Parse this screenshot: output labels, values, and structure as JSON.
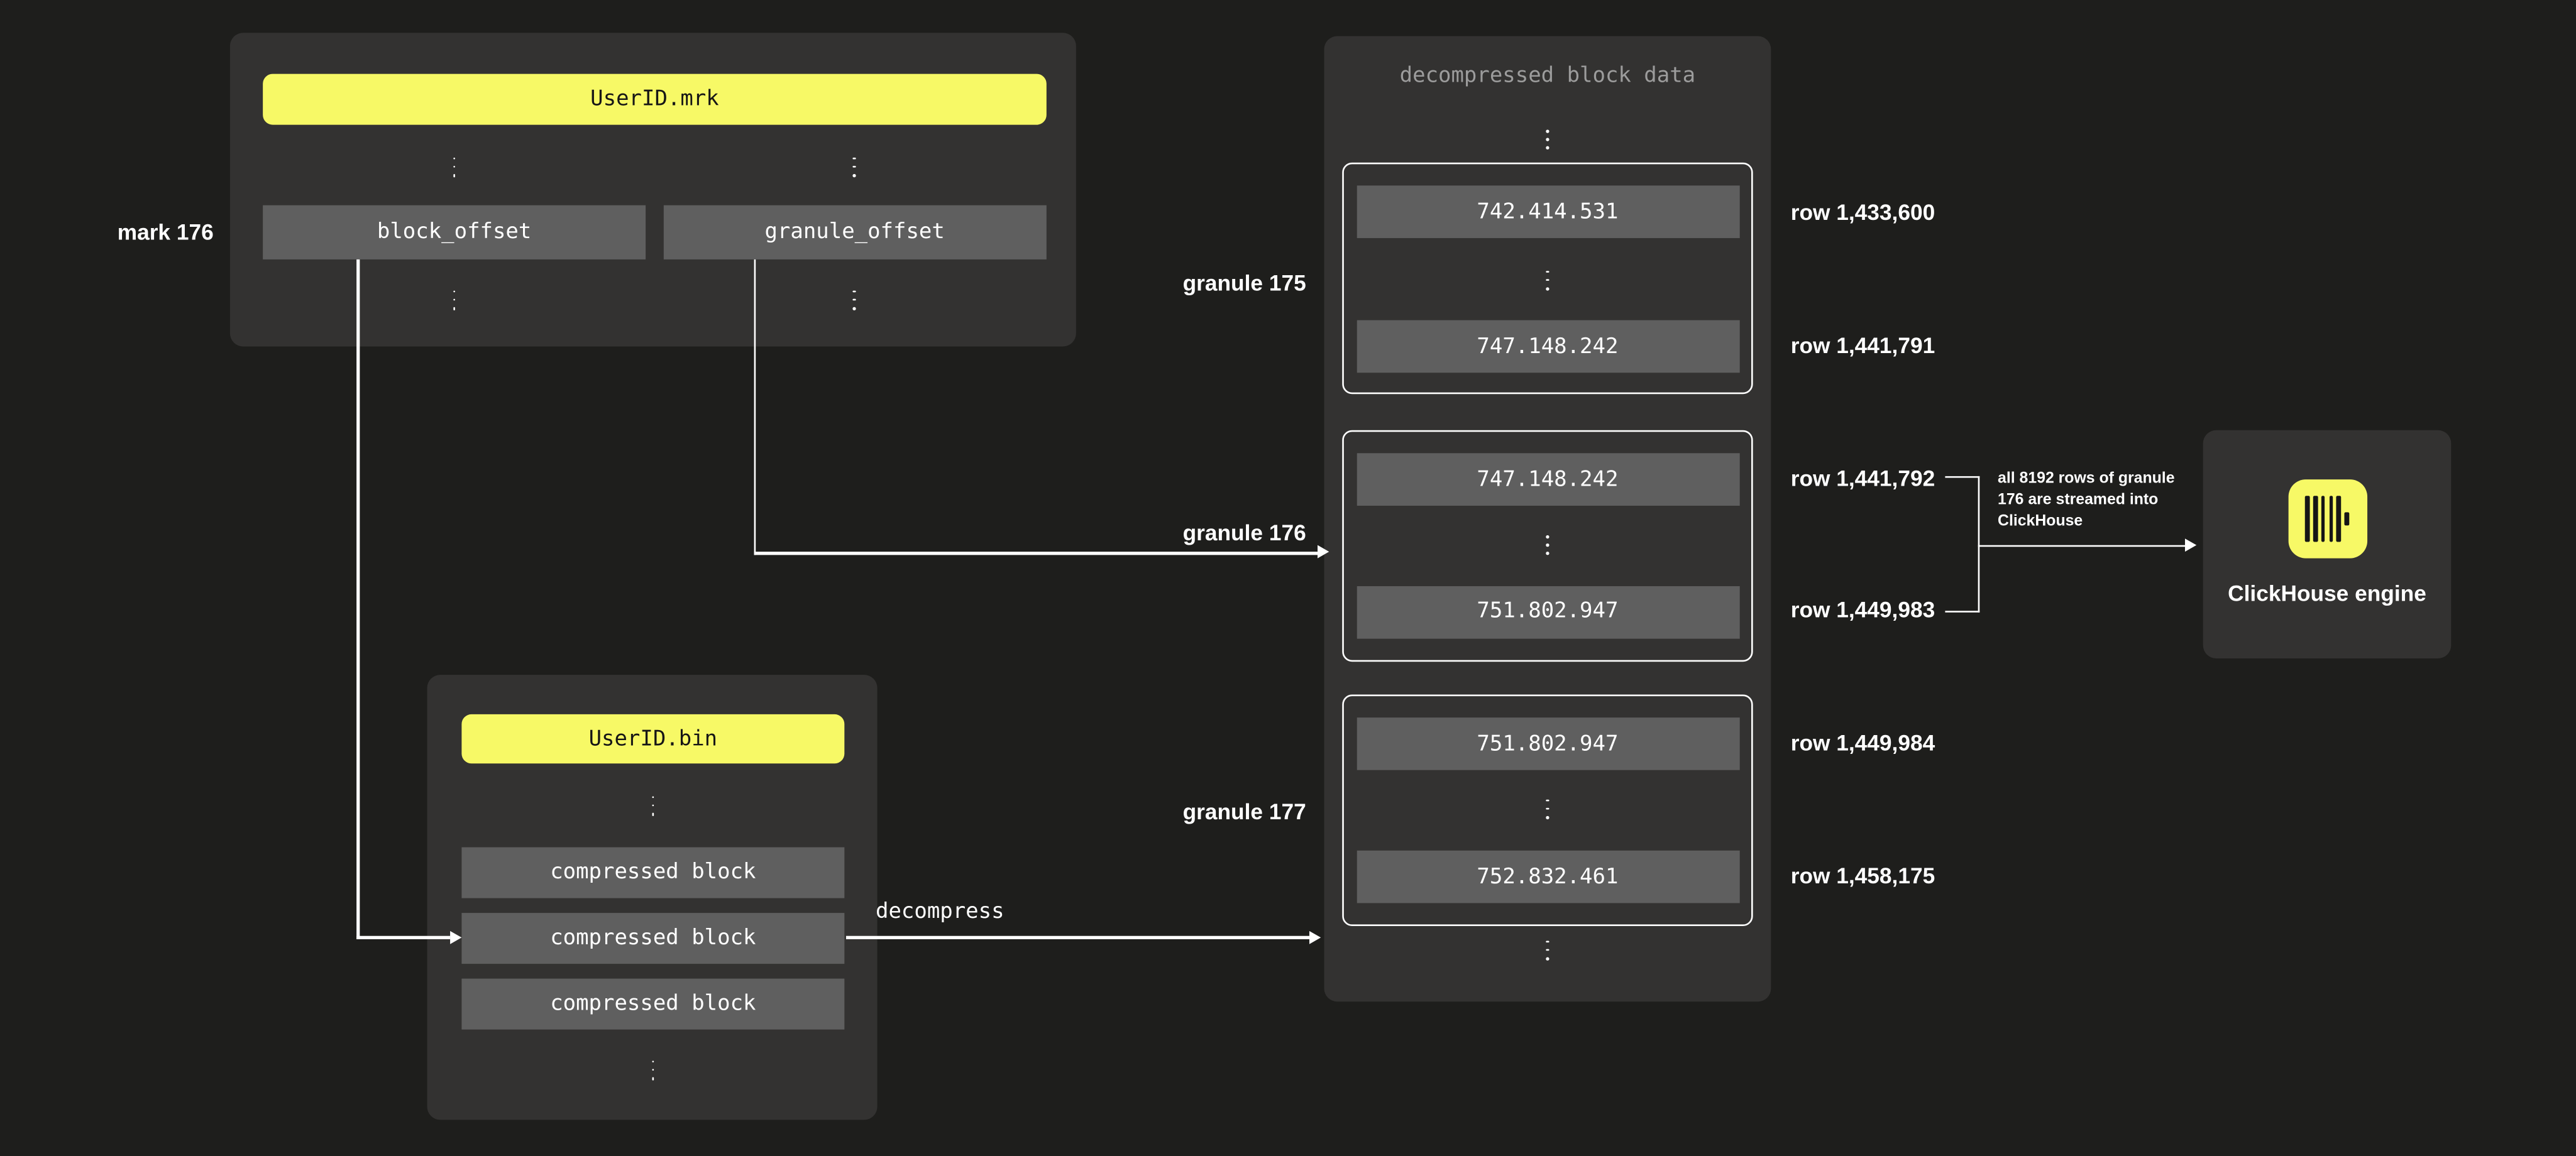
{
  "colors": {
    "background": "#1E1E1C",
    "panel": "#333231",
    "box": "#5F5F5F",
    "accent": "#F7F966",
    "text_light": "#FFFFFF",
    "text_muted": "#9C9C9C",
    "text_dark": "#161616"
  },
  "mrk_file": {
    "title": "UserID.mrk",
    "mark_label": "mark 176",
    "columns": [
      {
        "label": "block_offset"
      },
      {
        "label": "granule_offset"
      }
    ]
  },
  "bin_file": {
    "title": "UserID.bin",
    "blocks": [
      "compressed block",
      "compressed block",
      "compressed block"
    ]
  },
  "decompressed": {
    "title": "decompressed block data",
    "granules": [
      {
        "label": "granule 175",
        "first_value": "742.414.531",
        "last_value": "747.148.242",
        "first_row": "row 1,433,600",
        "last_row": "row 1,441,791"
      },
      {
        "label": "granule 176",
        "first_value": "747.148.242",
        "last_value": "751.802.947",
        "first_row": "row 1,441,792",
        "last_row": "row 1,449,983"
      },
      {
        "label": "granule 177",
        "first_value": "751.802.947",
        "last_value": "752.832.461",
        "first_row": "row 1,449,984",
        "last_row": "row 1,458,175"
      }
    ]
  },
  "arrows": {
    "decompress_label": "decompress"
  },
  "annotation": {
    "text": "all 8192 rows of granule\n176 are streamed into\nClickHouse"
  },
  "engine": {
    "label": "ClickHouse engine"
  },
  "icons": {
    "engine_logo": "clickhouse-logo-icon",
    "ellipsis": "vertical-ellipsis-icon"
  }
}
